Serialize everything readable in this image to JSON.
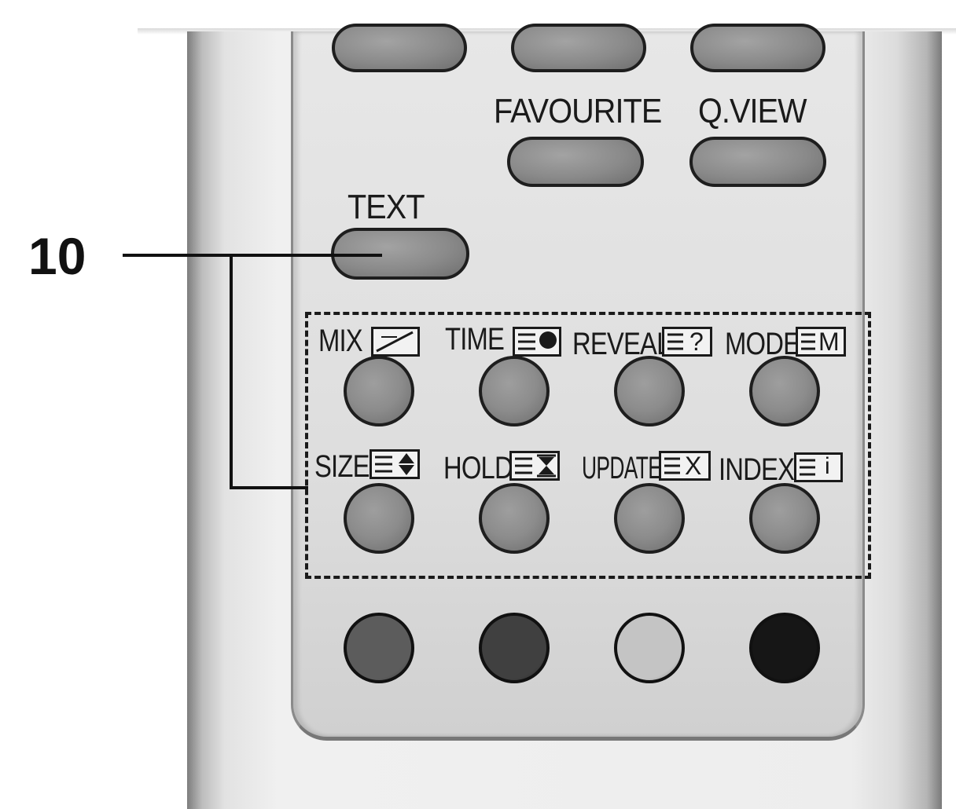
{
  "buttons": {
    "favourite_label": "FAVOURITE",
    "qview_label": "Q.VIEW",
    "text_label": "TEXT"
  },
  "callout": {
    "number": "10"
  },
  "teletext": {
    "row1": [
      {
        "label": "MIX",
        "icon": "mix-icon"
      },
      {
        "label": "TIME",
        "icon": "time-icon"
      },
      {
        "label": "REVEAL",
        "icon": "reveal-icon",
        "icon_text": "?"
      },
      {
        "label": "MODE",
        "icon": "mode-icon",
        "icon_text": "M"
      }
    ],
    "row2": [
      {
        "label": "SIZE",
        "icon": "size-icon"
      },
      {
        "label": "HOLD",
        "icon": "hold-icon"
      },
      {
        "label": "UPDATE",
        "icon": "update-icon",
        "icon_text": "X"
      },
      {
        "label": "INDEX",
        "icon": "index-icon",
        "icon_text": "i"
      }
    ]
  },
  "color_buttons": [
    "#5c5c5c",
    "#404040",
    "#c4c4c4",
    "#161616"
  ]
}
